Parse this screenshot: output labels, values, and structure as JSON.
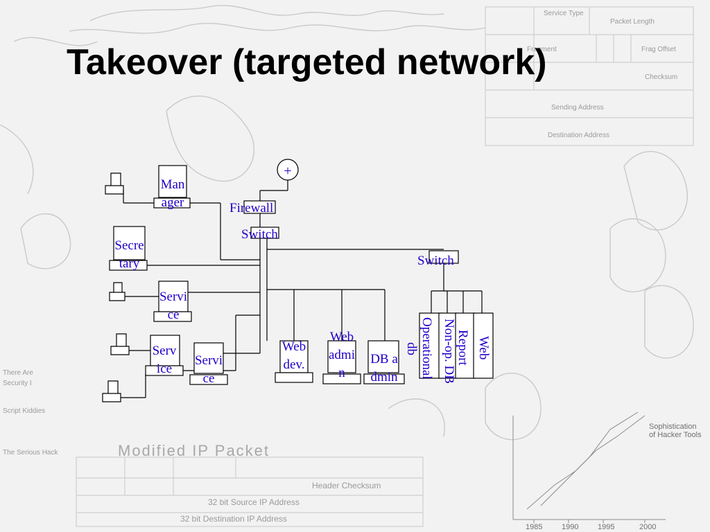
{
  "slide": {
    "title": "Takeover (targeted network)"
  },
  "background": {
    "packet_header_fields": [
      "Service Type",
      "Packet Length",
      "Fragment",
      "Frag Offset",
      "Checksum",
      "Sending Address",
      "Destination Address"
    ],
    "modified_packet": {
      "title": "Modified IP Packet",
      "header_checksum": "Header Checksum",
      "source_address": "32 bit Source IP Address",
      "destination_address": "32 bit Destination IP Address"
    },
    "left_notes": [
      "There Are",
      "Security I",
      "Script Kiddies",
      "The Serious Hack"
    ],
    "timeline": {
      "caption": "Sophistication of Hacker Tools",
      "years": [
        "1985",
        "1990",
        "1995",
        "2000"
      ]
    }
  },
  "diagram": {
    "plus_symbol": "+",
    "firewall": "Firewall",
    "switch_main": "Switch",
    "switch_right": "Switch",
    "manager": "Manager",
    "secretary": "Secretary",
    "service_1": "Service",
    "service_2": "Service",
    "service_3": "Service",
    "web_dev": "Web dev.",
    "web_admin": "Web admin",
    "db_admin": "DB admin",
    "operational_db": "Operational db",
    "nonop_db": "Non-op. DB",
    "report": "Report",
    "web": "Web"
  }
}
